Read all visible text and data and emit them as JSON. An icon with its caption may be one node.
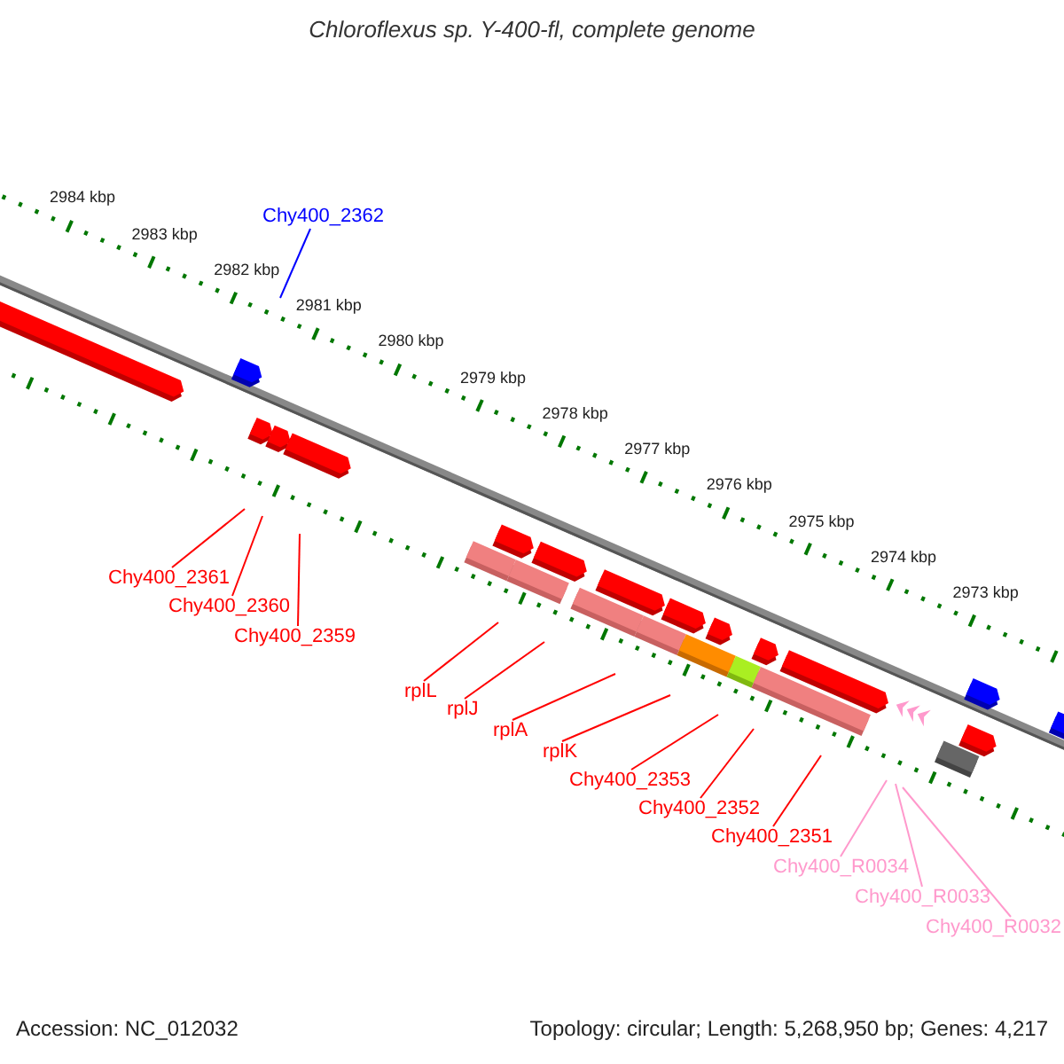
{
  "diagram": {
    "title": "Chloroflexus sp. Y-400-fl, complete genome",
    "nodes": [
      {
        "text": [
          "Chy400_2362"
        ]
      },
      {
        "text": [
          "Chy400_2361"
        ]
      },
      {
        "text": [
          "Chy400_2360"
        ]
      },
      {
        "text": [
          "Chy400_2359"
        ]
      },
      {
        "text": [
          "rplL"
        ]
      },
      {
        "text": [
          "rplJ"
        ]
      },
      {
        "text": [
          "rplA"
        ]
      },
      {
        "text": [
          "rplK"
        ]
      },
      {
        "text": [
          "Chy400_2353"
        ]
      },
      {
        "text": [
          "Chy400_2352"
        ]
      },
      {
        "text": [
          "Chy400_2351"
        ]
      },
      {
        "text": [
          "Chy400_R0034"
        ]
      },
      {
        "text": [
          "Chy400_R0033"
        ]
      },
      {
        "text": [
          "Chy400_R0032"
        ]
      }
    ],
    "edges": [
      {
        "from": 0,
        "to": null,
        "arrow": "none",
        "color": "#0000ff"
      },
      {
        "from": 1,
        "to": null,
        "arrow": "none"
      },
      {
        "from": 2,
        "to": null,
        "arrow": "none"
      },
      {
        "from": 3,
        "to": null,
        "arrow": "none"
      },
      {
        "from": 4,
        "to": null,
        "arrow": "none"
      },
      {
        "from": 5,
        "to": null,
        "arrow": "none"
      },
      {
        "from": 6,
        "to": null,
        "arrow": "none"
      },
      {
        "from": 7,
        "to": null,
        "arrow": "none"
      },
      {
        "from": 8,
        "to": null,
        "arrow": "none"
      },
      {
        "from": 9,
        "to": null,
        "arrow": "none"
      },
      {
        "from": 10,
        "to": null,
        "arrow": "none"
      },
      {
        "from": 11,
        "to": null,
        "arrow": "none",
        "color": "#ff99cc"
      },
      {
        "from": 12,
        "to": null,
        "arrow": "none",
        "color": "#ff99cc"
      },
      {
        "from": 13,
        "to": null,
        "arrow": "none",
        "color": "#ff99cc"
      }
    ],
    "labels": [
      "2984 kbp",
      "2983 kbp",
      "2982 kbp",
      "2981 kbp",
      "2980 kbp",
      "2979 kbp",
      "2978 kbp",
      "2977 kbp",
      "2976 kbp",
      "2975 kbp",
      "2974 kbp",
      "2973 kbp",
      "Accession: NC_012032",
      "Topology: circular; Length: 5,268,950 bp; Genes: 4,217"
    ]
  }
}
